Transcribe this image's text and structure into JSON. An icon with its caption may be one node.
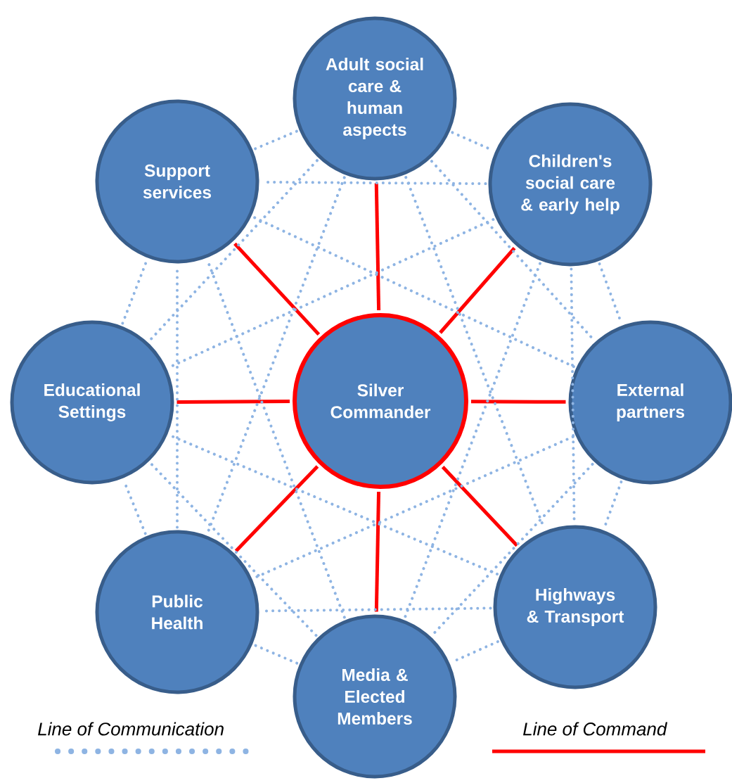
{
  "diagram": {
    "nodes": [
      {
        "text": [
          "Silver Commander"
        ]
      },
      {
        "text": [
          "Adult social care & human aspects"
        ]
      },
      {
        "text": [
          "Children's social care & early help"
        ]
      },
      {
        "text": [
          "External partners"
        ]
      },
      {
        "text": [
          "Highways & Transport"
        ]
      },
      {
        "text": [
          "Media & Elected Members"
        ]
      },
      {
        "text": [
          "Public Health"
        ]
      },
      {
        "text": [
          "Educational Settings"
        ]
      },
      {
        "text": [
          "Support services"
        ]
      }
    ],
    "edges": [
      {
        "from": 0,
        "to": 1,
        "arrow": "none",
        "color": "#ff0000"
      },
      {
        "from": 0,
        "to": 2,
        "arrow": "none",
        "color": "#ff0000"
      },
      {
        "from": 0,
        "to": 3,
        "arrow": "none",
        "color": "#ff0000"
      },
      {
        "from": 0,
        "to": 4,
        "arrow": "none",
        "color": "#ff0000"
      },
      {
        "from": 0,
        "to": 5,
        "arrow": "none",
        "color": "#ff0000"
      },
      {
        "from": 0,
        "to": 6,
        "arrow": "none",
        "color": "#ff0000"
      },
      {
        "from": 0,
        "to": 7,
        "arrow": "none",
        "color": "#ff0000"
      },
      {
        "from": 0,
        "to": 8,
        "arrow": "none",
        "color": "#ff0000"
      },
      {
        "from": 1,
        "to": 2,
        "arrow": "none",
        "style": "dashed"
      },
      {
        "from": 1,
        "to": 3,
        "arrow": "none",
        "style": "dashed"
      },
      {
        "from": 1,
        "to": 4,
        "arrow": "none",
        "style": "dashed"
      },
      {
        "from": 1,
        "to": 6,
        "arrow": "none",
        "style": "dashed"
      },
      {
        "from": 1,
        "to": 7,
        "arrow": "none",
        "style": "dashed"
      },
      {
        "from": 1,
        "to": 8,
        "arrow": "none",
        "style": "dashed"
      },
      {
        "from": 2,
        "to": 3,
        "arrow": "none",
        "style": "dashed"
      },
      {
        "from": 2,
        "to": 4,
        "arrow": "none",
        "style": "dashed"
      },
      {
        "from": 2,
        "to": 5,
        "arrow": "none",
        "style": "dashed"
      },
      {
        "from": 2,
        "to": 7,
        "arrow": "none",
        "style": "dashed"
      },
      {
        "from": 2,
        "to": 8,
        "arrow": "none",
        "style": "dashed"
      },
      {
        "from": 3,
        "to": 4,
        "arrow": "none",
        "style": "dashed"
      },
      {
        "from": 3,
        "to": 5,
        "arrow": "none",
        "style": "dashed"
      },
      {
        "from": 3,
        "to": 6,
        "arrow": "none",
        "style": "dashed"
      },
      {
        "from": 3,
        "to": 8,
        "arrow": "none",
        "style": "dashed"
      },
      {
        "from": 4,
        "to": 5,
        "arrow": "none",
        "style": "dashed"
      },
      {
        "from": 4,
        "to": 6,
        "arrow": "none",
        "style": "dashed"
      },
      {
        "from": 4,
        "to": 7,
        "arrow": "none",
        "style": "dashed"
      },
      {
        "from": 5,
        "to": 6,
        "arrow": "none",
        "style": "dashed"
      },
      {
        "from": 5,
        "to": 7,
        "arrow": "none",
        "style": "dashed"
      },
      {
        "from": 5,
        "to": 8,
        "arrow": "none",
        "style": "dashed"
      },
      {
        "from": 6,
        "to": 7,
        "arrow": "none",
        "style": "dashed"
      },
      {
        "from": 6,
        "to": 8,
        "arrow": "none",
        "style": "dashed"
      },
      {
        "from": 7,
        "to": 8,
        "arrow": "none",
        "style": "dashed"
      }
    ],
    "legend": [
      {
        "text": "Line of Communication"
      },
      {
        "text": "Line of Command"
      }
    ]
  }
}
